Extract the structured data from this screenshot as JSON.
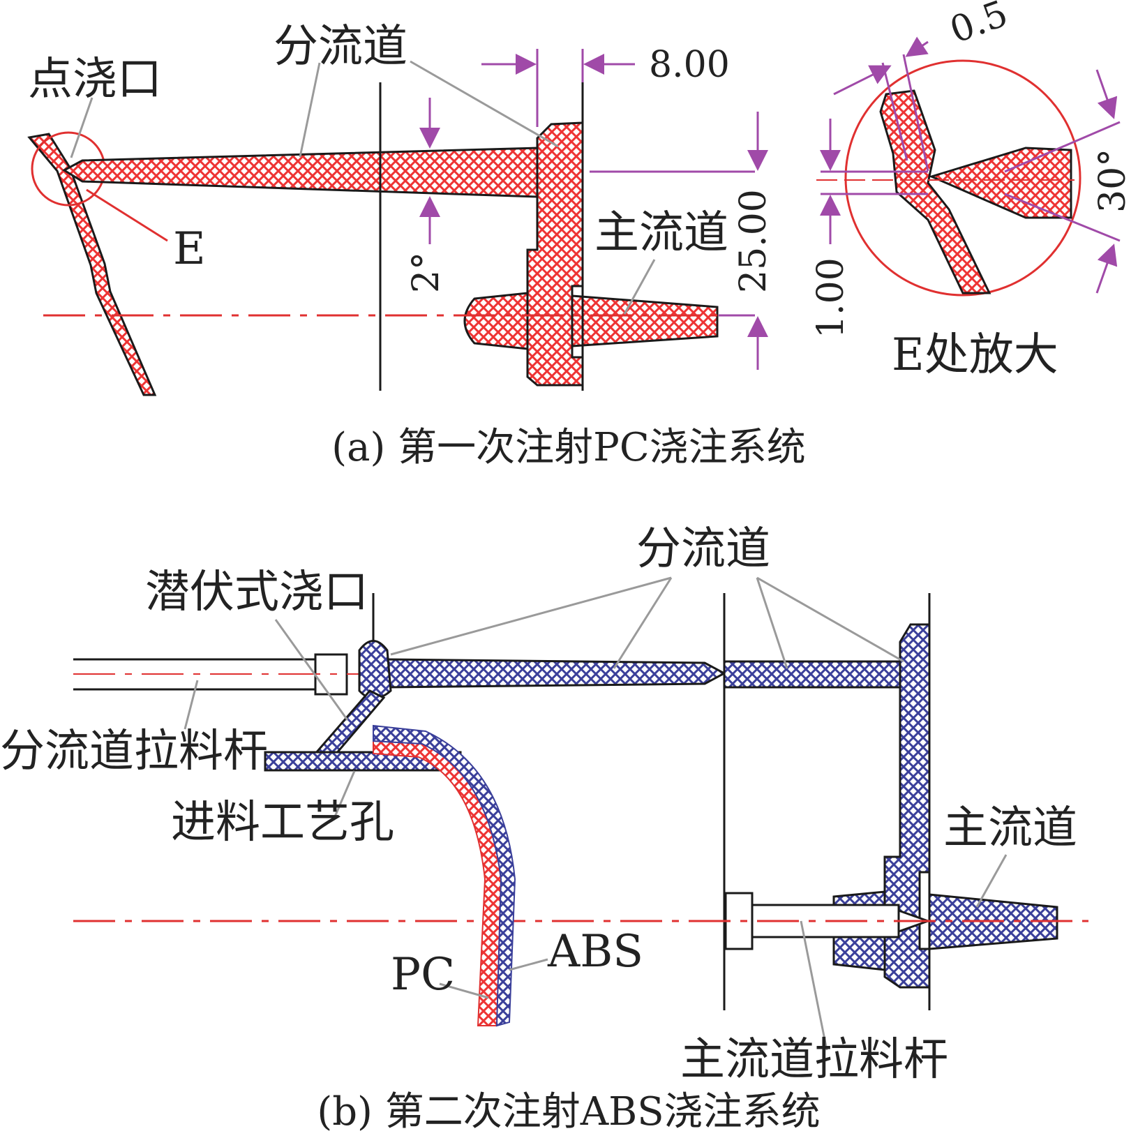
{
  "colors": {
    "pc_fill": "#ee3333",
    "abs_fill": "#3a3f9a",
    "center_line": "#e03030",
    "dimension": "#a04aa8",
    "leader": "#9a9a9a",
    "outline": "#1a1a1a"
  },
  "panel_a": {
    "caption": "(a) 第一次注射PC浇注系统",
    "labels": {
      "point_gate": "点浇口",
      "runner": "分流道",
      "sprue": "主流道",
      "detail_mark": "E",
      "detail_title": "E处放大"
    },
    "dimensions": {
      "width": "8.00",
      "height": "25.00",
      "taper": "2°",
      "gate_land": "0.5",
      "gate_dia": "1.00",
      "gate_angle": "30°"
    }
  },
  "panel_b": {
    "caption": "(b) 第二次注射ABS浇注系统",
    "labels": {
      "runner": "分流道",
      "sub_gate": "潜伏式浇口",
      "runner_puller": "分流道拉料杆",
      "feed_hole": "进料工艺孔",
      "sprue": "主流道",
      "sprue_puller": "主流道拉料杆",
      "pc": "PC",
      "abs": "ABS"
    }
  }
}
